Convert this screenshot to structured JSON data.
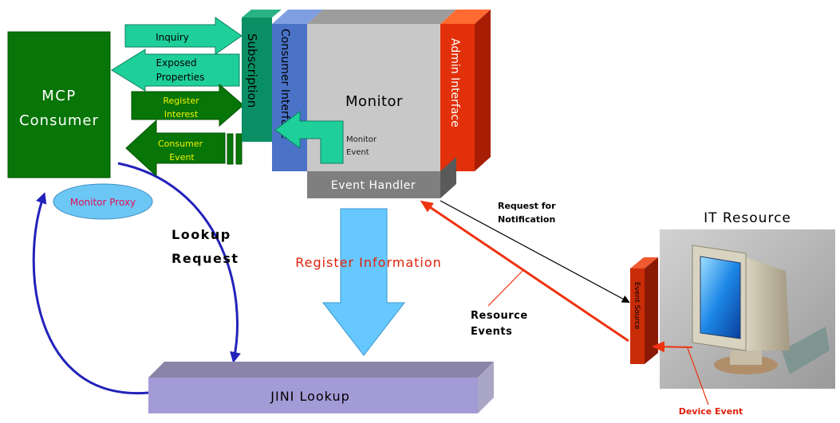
{
  "consumer": {
    "title_line1": "MCP",
    "title_line2": "Consumer",
    "proxy": "Monitor Proxy"
  },
  "arrows": {
    "inquiry": "Inquiry",
    "exposed_line1": "Exposed",
    "exposed_line2": "Properties",
    "register_line1": "Register",
    "register_line2": "Interest",
    "consumer_event_line1": "Consumer",
    "consumer_event_line2": "Event",
    "monitor_event_line1": "Monitor",
    "monitor_event_line2": "Event"
  },
  "monitor": {
    "subscription": "Subscription",
    "consumer_interface": "Consumer Interface",
    "title": "Monitor",
    "admin_interface": "Admin Interface",
    "event_handler": "Event Handler"
  },
  "labels": {
    "lookup_line1": "Lookup",
    "lookup_line2": "Request",
    "register_information": "Register Information",
    "request_line1": "Request for",
    "request_line2": "Notification",
    "resource_line1": "Resource",
    "resource_line2": "Events",
    "device_event": "Device Event"
  },
  "resource": {
    "title": "IT Resource",
    "event_source": "Event Source"
  },
  "jini": {
    "label": "JINI Lookup"
  },
  "colors": {
    "consumer_green": "#077507",
    "teal_arrow": "#1fcf9a",
    "subscription_teal": "#0a8e64",
    "consumer_if_blue": "#4a73c8",
    "monitor_gray": "#c8c8c8",
    "admin_red": "#e2300a",
    "event_handler_gray": "#7f7f7f",
    "big_arrow_blue": "#66c8ff",
    "jini_lilac": "#a39bd6",
    "lookup_arc_blue": "#2222bb",
    "resource_events_red": "#ee3311",
    "yellow_text": "#f2f200",
    "proxy_text": "#e0105a"
  }
}
